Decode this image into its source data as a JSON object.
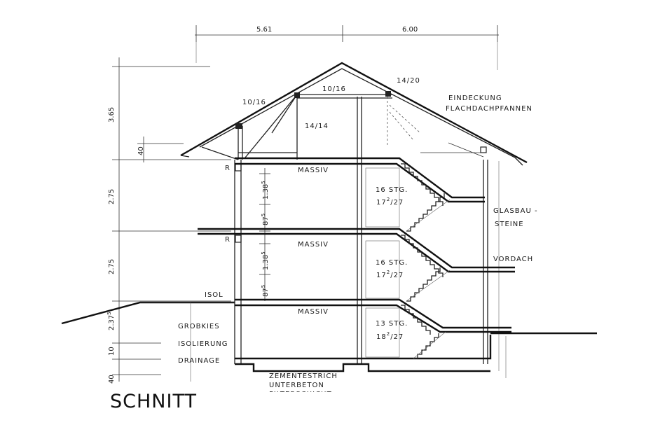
{
  "title": "SCHNITT",
  "dimensions": {
    "top_left": "5.61",
    "top_right": "6.00",
    "roof_height": "3.65",
    "eave": "40",
    "floor_upper": "2.75",
    "floor_middle": "2.75",
    "ground_step": "2.37",
    "ground_step_sup": "5",
    "foundation_a": "10",
    "foundation_b": "40",
    "window_height": "1.38",
    "window_height_sup": "5",
    "sill": "87",
    "sill_sup": "5"
  },
  "timber": {
    "rafter_left": "10/16",
    "rafter_top": "10/16",
    "ridge": "14/20",
    "post": "14/14"
  },
  "labels": {
    "roofing_1": "EINDECKUNG",
    "roofing_2": "FLACHDACHPFANNEN",
    "glass_1": "GLASBAU -",
    "glass_2": "STEINE",
    "canopy": "VORDACH",
    "isolation": "ISOL",
    "gravel": "GROBKIES",
    "insulation": "ISOLIERUNG",
    "drainage": "DRAINAGE",
    "screed": "ZEMENTESTRICH",
    "subconcrete": "UNTERBETON",
    "filter": "FILTERSCHICHT",
    "r_mark": "R",
    "massiv": "MASSIV"
  },
  "stairs": [
    {
      "steps": "16 STG.",
      "rise": "17",
      "rise_sup": "2",
      "run": "/27"
    },
    {
      "steps": "16 STG.",
      "rise": "17",
      "rise_sup": "2",
      "run": "/27"
    },
    {
      "steps": "13 STG.",
      "rise": "18",
      "rise_sup": "2",
      "run": "/27"
    }
  ]
}
